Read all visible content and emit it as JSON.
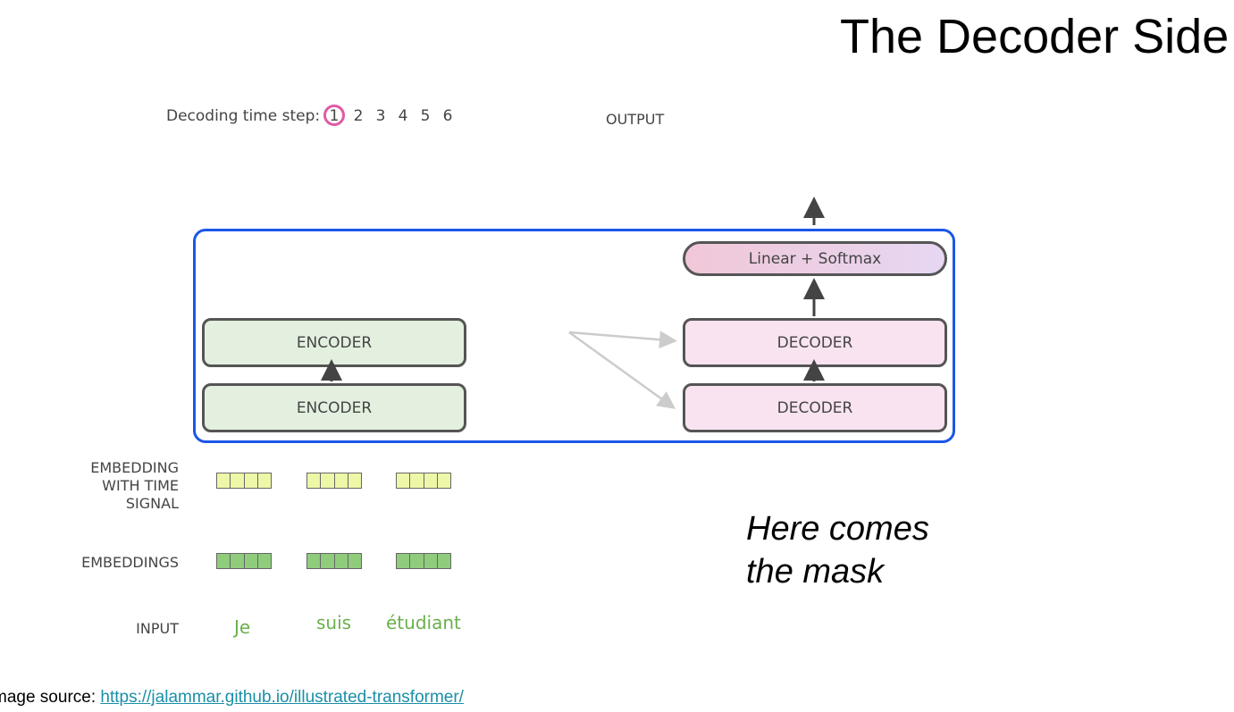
{
  "title": "The Decoder Side",
  "timestep": {
    "label": "Decoding time step:",
    "steps": [
      "1",
      "2",
      "3",
      "4",
      "5",
      "6"
    ],
    "current": "1"
  },
  "output_label": "OUTPUT",
  "blocks": {
    "encoder_top": "ENCODER",
    "encoder_bottom": "ENCODER",
    "decoder_top": "DECODER",
    "decoder_bottom": "DECODER",
    "linear_softmax": "Linear + Softmax"
  },
  "row_labels": {
    "embedding_time_line1": "EMBEDDING",
    "embedding_time_line2": "WITH TIME",
    "embedding_time_line3": "SIGNAL",
    "embeddings": "EMBEDDINGS",
    "input": "INPUT"
  },
  "input_words": [
    "Je",
    "suis",
    "étudiant"
  ],
  "note": {
    "line1": "Here comes",
    "line2": "the mask"
  },
  "source": {
    "prefix": "mage source: ",
    "link_text": "https://jalammar.github.io/illustrated-transformer/"
  },
  "colors": {
    "frame": "#1a56e8",
    "current_step_circle": "#e05aa6",
    "encoder_fill": "#e3f0df",
    "decoder_fill": "#f9e3f1",
    "word_color": "#6ab04c",
    "link": "#1a8fa8"
  }
}
